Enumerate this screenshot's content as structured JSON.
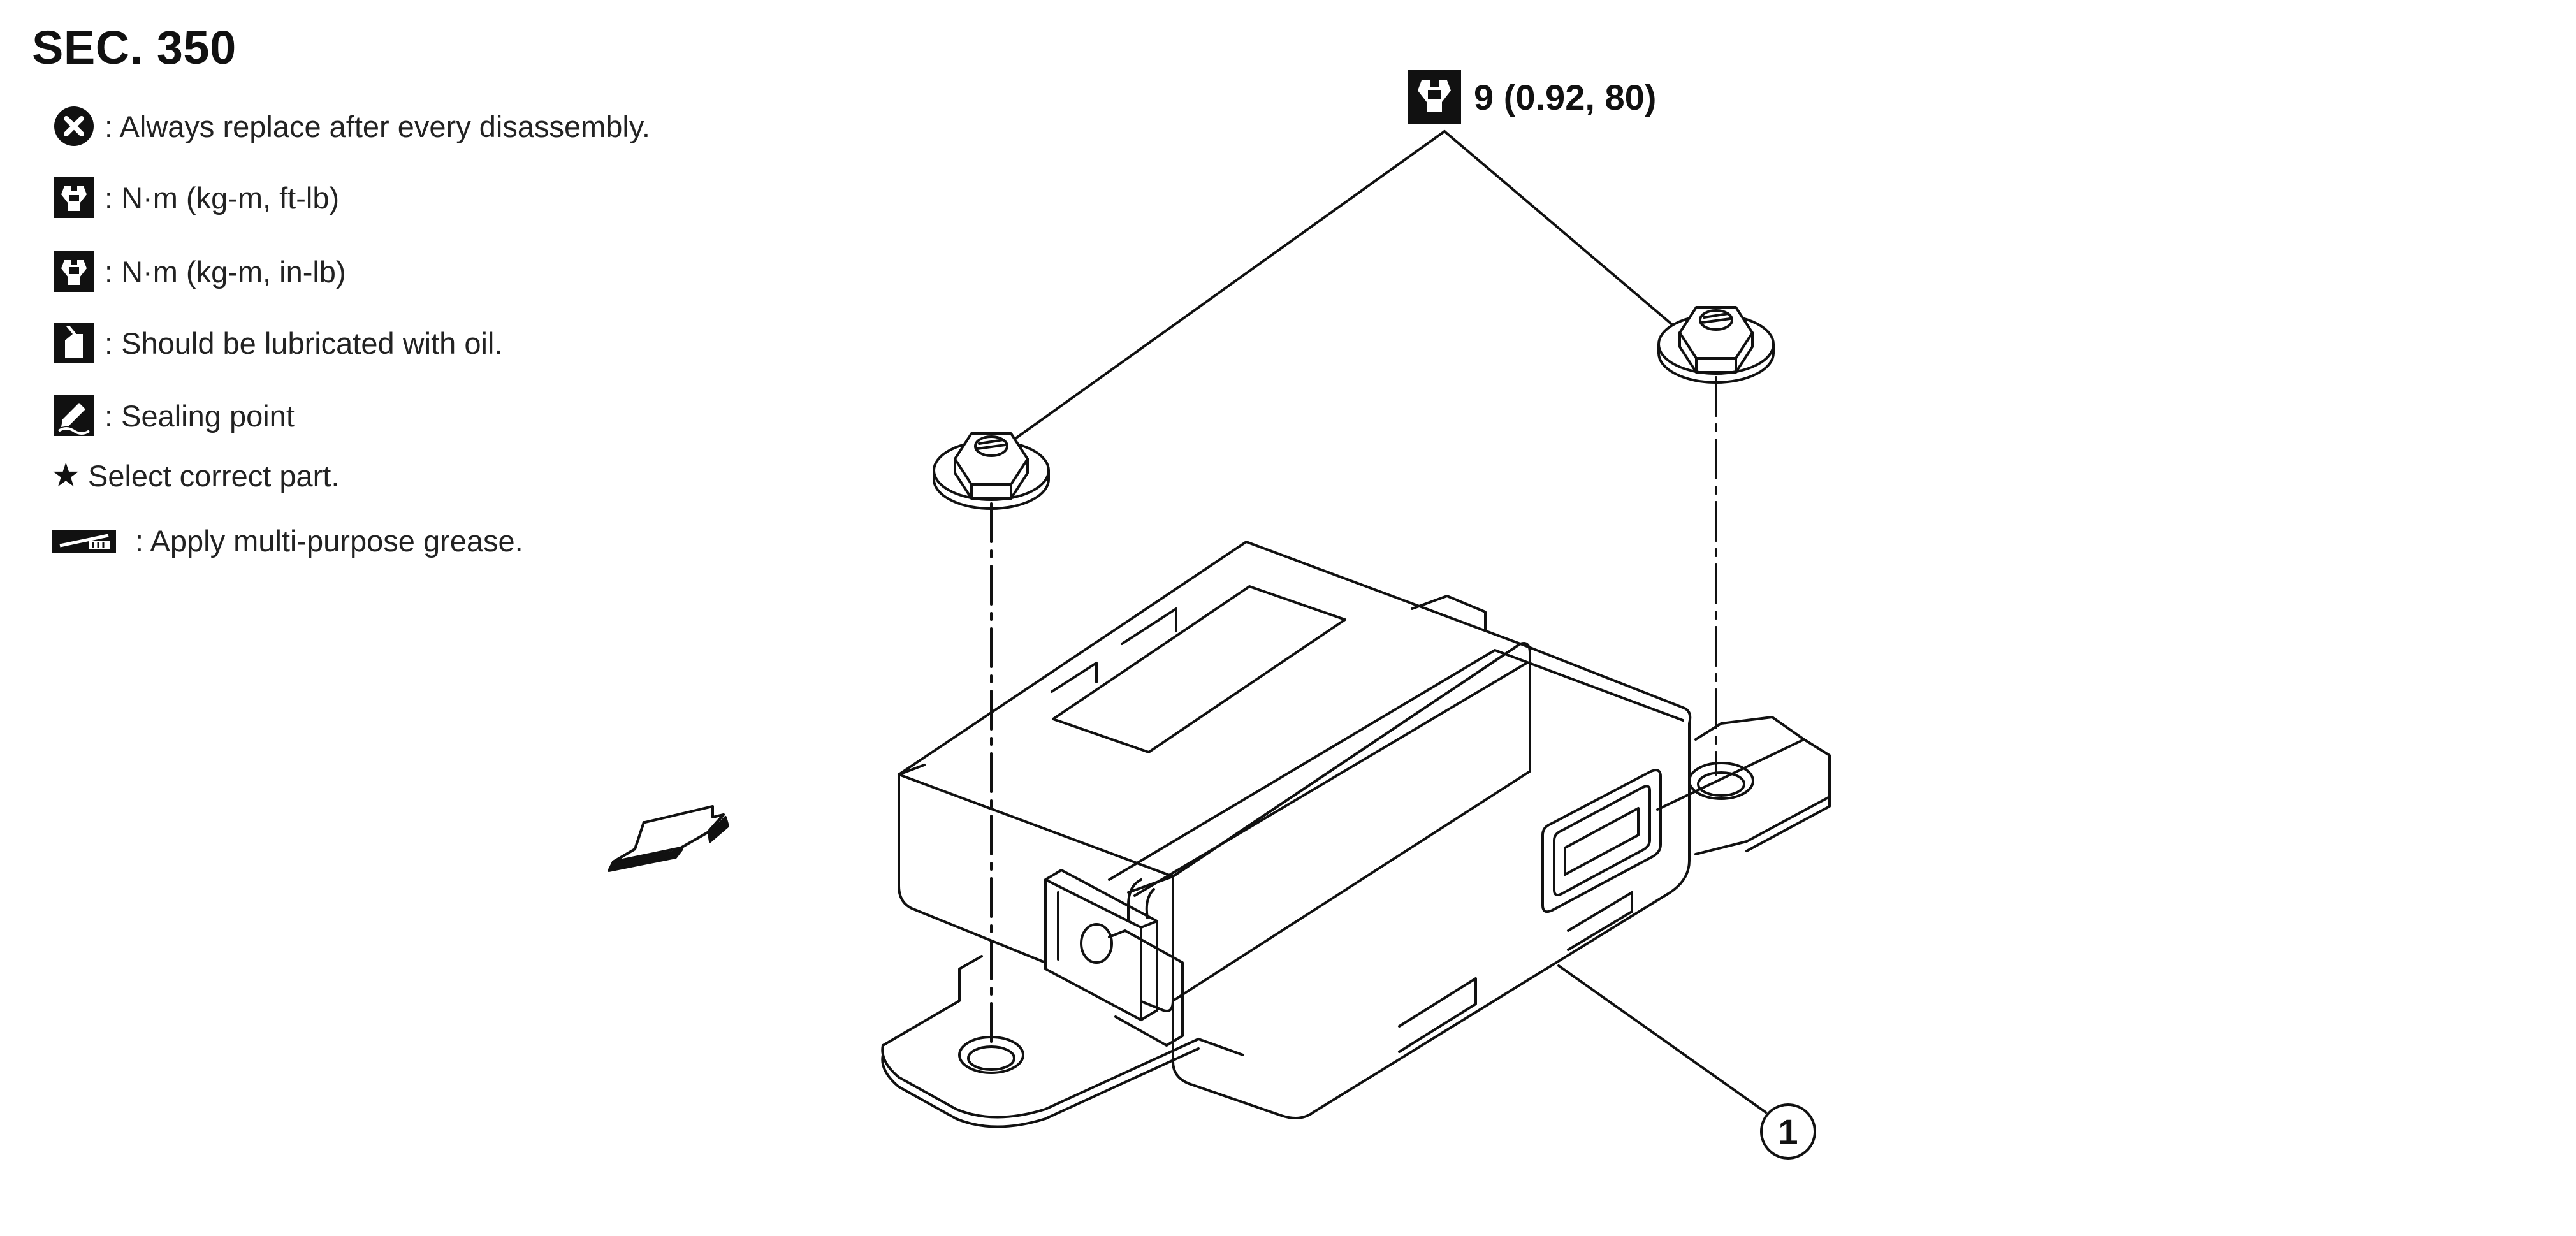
{
  "section": {
    "title": "SEC. 350"
  },
  "legend": {
    "items": [
      {
        "icon": "replace-icon",
        "text": ": Always replace after every disassembly."
      },
      {
        "icon": "torque-ft-lb-icon",
        "text": ": N·m (kg-m, ft-lb)"
      },
      {
        "icon": "torque-in-lb-icon",
        "text": ": N·m (kg-m, in-lb)"
      },
      {
        "icon": "oil-can-icon",
        "text": ": Should be lubricated with oil."
      },
      {
        "icon": "sealing-icon",
        "text": ": Sealing point"
      },
      {
        "icon": "star-icon",
        "text": "Select correct part.",
        "symbol": "★"
      },
      {
        "icon": "grease-icon",
        "text": ": Apply multi-purpose grease."
      }
    ]
  },
  "torque_spec": {
    "icon": "torque-in-lb-icon",
    "text": "9 (0.92, 80)"
  },
  "callouts": [
    {
      "number": "1"
    }
  ],
  "colors": {
    "line": "#111111",
    "background": "#ffffff",
    "label": "#222222"
  }
}
